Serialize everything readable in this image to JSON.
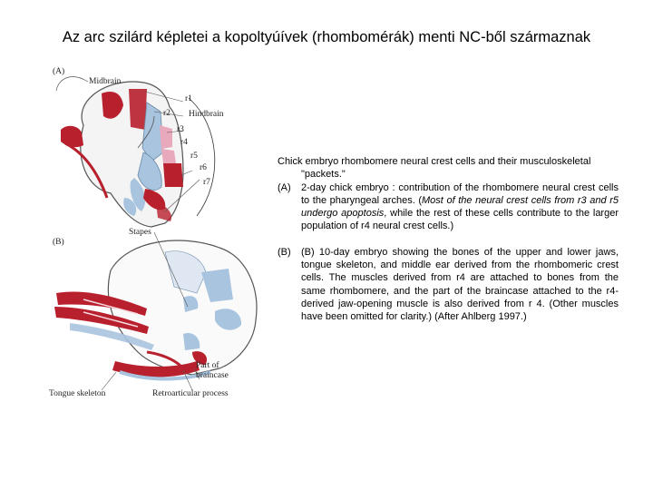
{
  "title": "Az arc szilárd képletei a kopoltyúívek (rhombomérák) menti  NC-ből származnak",
  "figure": {
    "panel_a": "(A)",
    "panel_b": "(B)",
    "labels": {
      "midbrain": "Midbrain",
      "hindbrain": "Hindbrain",
      "r1": "r1",
      "r2": "r2",
      "r3": "r3",
      "r4": "r4",
      "r5": "r5",
      "r6": "r6",
      "r7": "r7",
      "stapes": "Stapes",
      "part_of": "Part of",
      "braincase": "braincase",
      "tongue_skeleton": "Tongue skeleton",
      "retroarticular": "Retroarticular process"
    }
  },
  "caption": {
    "intro_line1": "Chick embryo rhombomere neural crest cells and their musculoskeletal",
    "intro_line2": "\"packets.\"",
    "a_tag": "(A)",
    "a_text_plain": "2-day chick embryo : contribution of the rhombomere neural crest cells to the pharyngeal arches. (",
    "a_text_italic": "Most of the neural crest cells from r3 and r5 undergo apoptosis",
    "a_text_end": ", while the rest of these cells contribute to the larger population of r4 neural crest cells.)",
    "b_tag": "(B)",
    "b_text": "(B) 10-day embryo showing the bones of the upper and lower jaws, tongue skeleton, and middle ear derived from the rhombomeric crest cells. The muscles derived from r4 are attached to bones from the same rhombomere, and the part of the braincase attached to the r4-derived jaw-opening muscle is also derived from r 4. (Other muscles have been omitted for clarity.) (After Ahlberg 1997.)"
  },
  "colors": {
    "red": "#b8202e",
    "blue": "#a8c4df",
    "pink": "#e9a9bc",
    "outline": "#555555"
  }
}
